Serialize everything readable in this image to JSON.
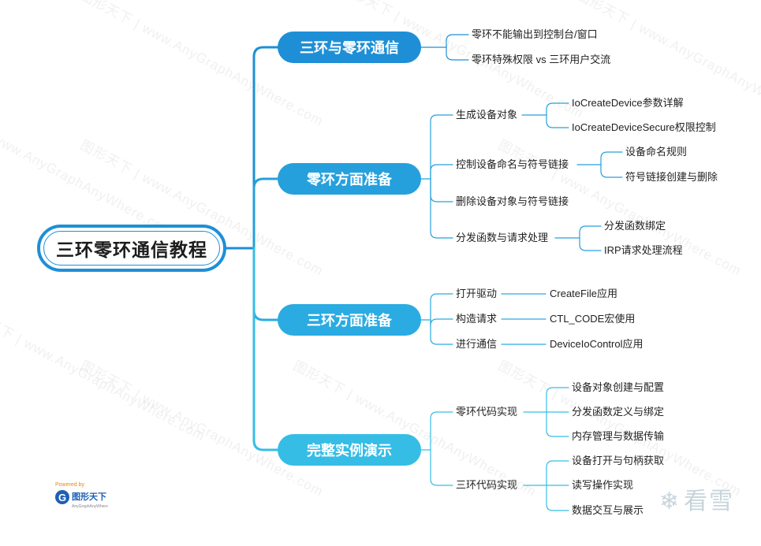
{
  "root": {
    "title": "三环零环通信教程"
  },
  "branches": [
    {
      "label": "三环与零环通信",
      "color": "#1e8fd6",
      "children": [
        {
          "label": "零环不能输出到控制台/窗口",
          "children": []
        },
        {
          "label": "零环特殊权限 vs 三环用户交流",
          "children": []
        }
      ]
    },
    {
      "label": "零环方面准备",
      "color": "#26a0dc",
      "children": [
        {
          "label": "生成设备对象",
          "children": [
            "IoCreateDevice参数详解",
            "IoCreateDeviceSecure权限控制"
          ]
        },
        {
          "label": "控制设备命名与符号链接",
          "children": [
            "设备命名规则",
            "符号链接创建与删除"
          ]
        },
        {
          "label": "删除设备对象与符号链接",
          "children": []
        },
        {
          "label": "分发函数与请求处理",
          "children": [
            "分发函数绑定",
            "IRP请求处理流程"
          ]
        }
      ]
    },
    {
      "label": "三环方面准备",
      "color": "#2aabe2",
      "children": [
        {
          "label": "打开驱动",
          "children": [
            "CreateFile应用"
          ]
        },
        {
          "label": "构造请求",
          "children": [
            "CTL_CODE宏使用"
          ]
        },
        {
          "label": "进行通信",
          "children": [
            "DeviceIoControl应用"
          ]
        }
      ]
    },
    {
      "label": "完整实例演示",
      "color": "#36bde6",
      "children": [
        {
          "label": "零环代码实现",
          "children": [
            "设备对象创建与配置",
            "分发函数定义与绑定",
            "内存管理与数据传输"
          ]
        },
        {
          "label": "三环代码实现",
          "children": [
            "设备打开与句柄获取",
            "读写操作实现",
            "数据交互与展示"
          ]
        }
      ]
    }
  ],
  "watermark": "图形天下 | www.AnyGraphAnyWhere.com",
  "brand": {
    "powered": "Powered by",
    "logo_letter": "G",
    "name": "图形天下",
    "sub": "AnyGraphAnyWhere"
  },
  "kanxue": {
    "icon": "snowflake-icon",
    "text": "看雪"
  }
}
